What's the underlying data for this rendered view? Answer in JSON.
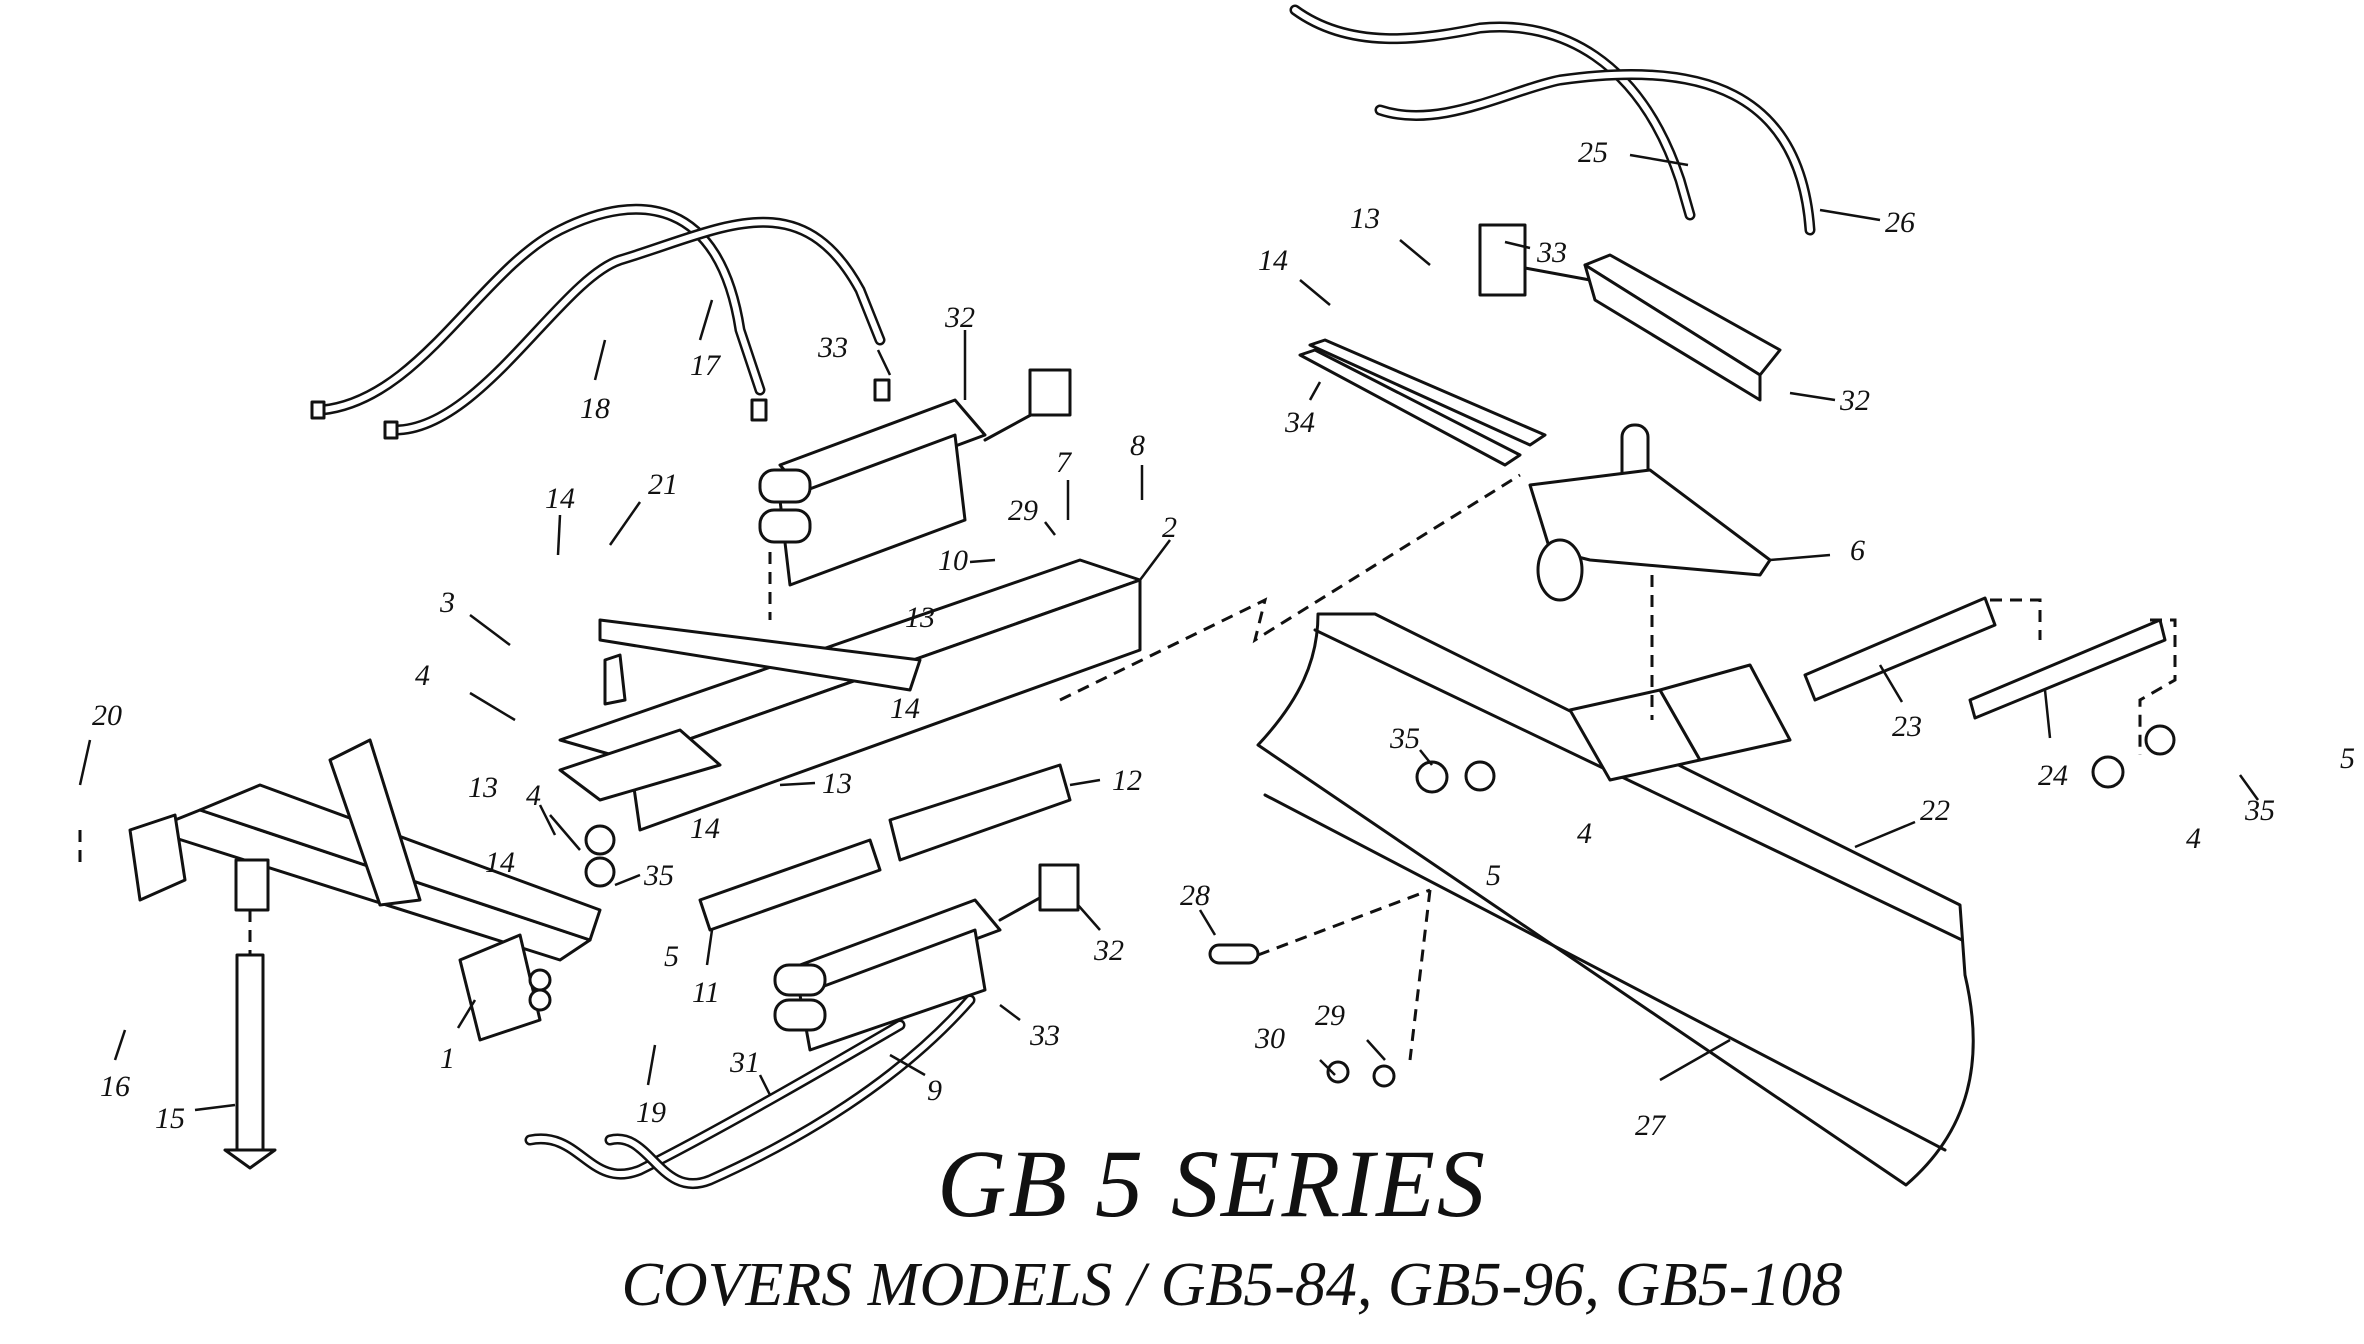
{
  "diagram": {
    "title": "GB 5  SERIES",
    "subtitle": "COVERS MODELS / GB5-84, GB5-96, GB5-108",
    "callouts": [
      {
        "id": "c1",
        "label": "1"
      },
      {
        "id": "c2",
        "label": "2"
      },
      {
        "id": "c3",
        "label": "3"
      },
      {
        "id": "c4a",
        "label": "4"
      },
      {
        "id": "c4b",
        "label": "4"
      },
      {
        "id": "c4c",
        "label": "4"
      },
      {
        "id": "c4d",
        "label": "4"
      },
      {
        "id": "c5a",
        "label": "5"
      },
      {
        "id": "c5b",
        "label": "5"
      },
      {
        "id": "c5c",
        "label": "5"
      },
      {
        "id": "c6",
        "label": "6"
      },
      {
        "id": "c7",
        "label": "7"
      },
      {
        "id": "c8",
        "label": "8"
      },
      {
        "id": "c9",
        "label": "9"
      },
      {
        "id": "c10",
        "label": "10"
      },
      {
        "id": "c11",
        "label": "11"
      },
      {
        "id": "c12",
        "label": "12"
      },
      {
        "id": "c13a",
        "label": "13"
      },
      {
        "id": "c13b",
        "label": "13"
      },
      {
        "id": "c13c",
        "label": "13"
      },
      {
        "id": "c13d",
        "label": "13"
      },
      {
        "id": "c14a",
        "label": "14"
      },
      {
        "id": "c14b",
        "label": "14"
      },
      {
        "id": "c14c",
        "label": "14"
      },
      {
        "id": "c14d",
        "label": "14"
      },
      {
        "id": "c14e",
        "label": "14"
      },
      {
        "id": "c15",
        "label": "15"
      },
      {
        "id": "c16",
        "label": "16"
      },
      {
        "id": "c17",
        "label": "17"
      },
      {
        "id": "c18",
        "label": "18"
      },
      {
        "id": "c19",
        "label": "19"
      },
      {
        "id": "c20",
        "label": "20"
      },
      {
        "id": "c21",
        "label": "21"
      },
      {
        "id": "c22",
        "label": "22"
      },
      {
        "id": "c23",
        "label": "23"
      },
      {
        "id": "c24",
        "label": "24"
      },
      {
        "id": "c25",
        "label": "25"
      },
      {
        "id": "c26",
        "label": "26"
      },
      {
        "id": "c27",
        "label": "27"
      },
      {
        "id": "c28",
        "label": "28"
      },
      {
        "id": "c29a",
        "label": "29"
      },
      {
        "id": "c29b",
        "label": "29"
      },
      {
        "id": "c30",
        "label": "30"
      },
      {
        "id": "c31",
        "label": "31"
      },
      {
        "id": "c32a",
        "label": "32"
      },
      {
        "id": "c32b",
        "label": "32"
      },
      {
        "id": "c32c",
        "label": "32"
      },
      {
        "id": "c33a",
        "label": "33"
      },
      {
        "id": "c33b",
        "label": "33"
      },
      {
        "id": "c33c",
        "label": "33"
      },
      {
        "id": "c34",
        "label": "34"
      },
      {
        "id": "c35a",
        "label": "35"
      },
      {
        "id": "c35b",
        "label": "35"
      },
      {
        "id": "c35c",
        "label": "35"
      }
    ]
  }
}
